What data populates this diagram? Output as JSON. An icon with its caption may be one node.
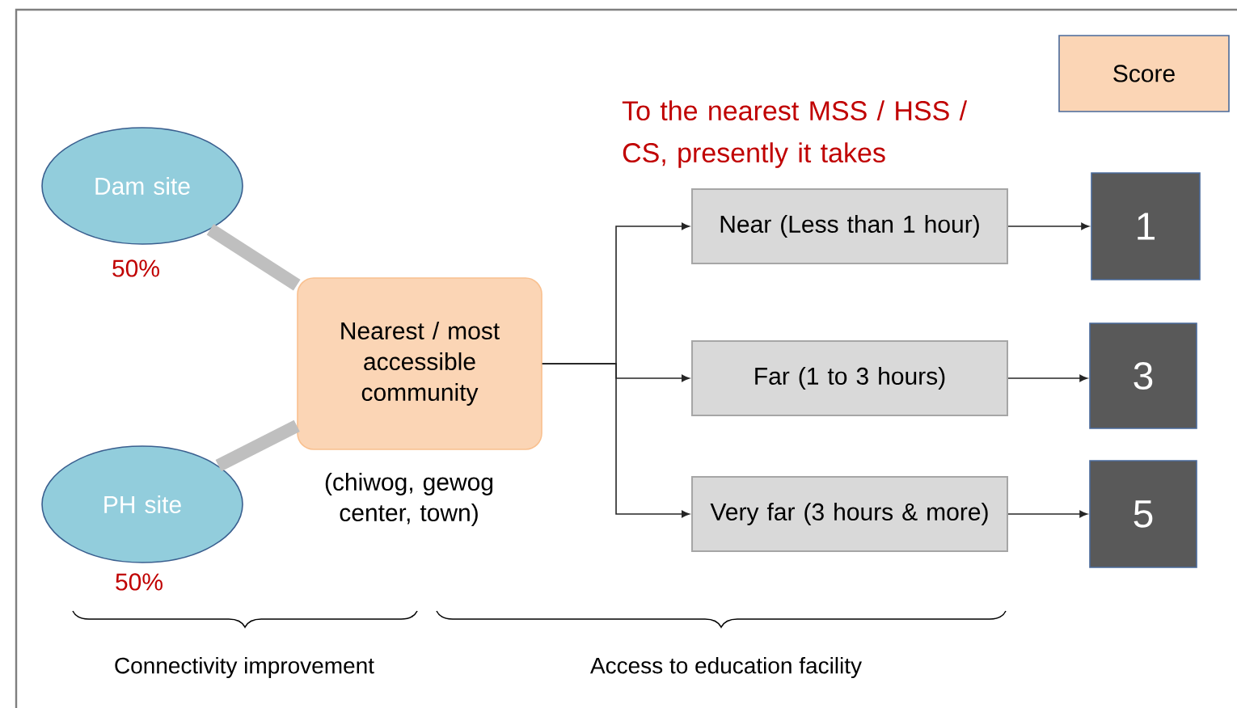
{
  "diagram": {
    "nodes": [
      {
        "text": [
          "Dam site"
        ],
        "beside": [
          "50%"
        ]
      },
      {
        "text": [
          "PH site"
        ],
        "beside": [
          "50%"
        ]
      },
      {
        "text": [
          "Nearest / most accessible community"
        ],
        "beside": [
          "(chiwog, gewog center, town)"
        ]
      },
      {
        "text": [
          "Near (Less than 1 hour)"
        ]
      },
      {
        "text": [
          "Far (1 to 3 hours)"
        ]
      },
      {
        "text": [
          "Very far (3 hours & more)"
        ]
      },
      {
        "text": [
          "1"
        ]
      },
      {
        "text": [
          "3"
        ]
      },
      {
        "text": [
          "5"
        ]
      },
      {
        "text": [
          "Score"
        ]
      }
    ],
    "edges": [
      {
        "from": 0,
        "to": 2,
        "arrow": "none",
        "style": "thick",
        "color": "#bfbfbf"
      },
      {
        "from": 1,
        "to": 2,
        "arrow": "none",
        "style": "thick",
        "color": "#bfbfbf"
      },
      {
        "from": 2,
        "to": 3,
        "arrow": "to"
      },
      {
        "from": 2,
        "to": 4,
        "arrow": "to"
      },
      {
        "from": 2,
        "to": 5,
        "arrow": "to"
      },
      {
        "from": 3,
        "to": 6,
        "arrow": "to"
      },
      {
        "from": 4,
        "to": 7,
        "arrow": "to"
      },
      {
        "from": 5,
        "to": 8,
        "arrow": "to"
      }
    ],
    "labels": [
      "To the nearest MSS / HSS / CS, presently it takes",
      "Connectivity improvement",
      "Access to education facility"
    ]
  }
}
